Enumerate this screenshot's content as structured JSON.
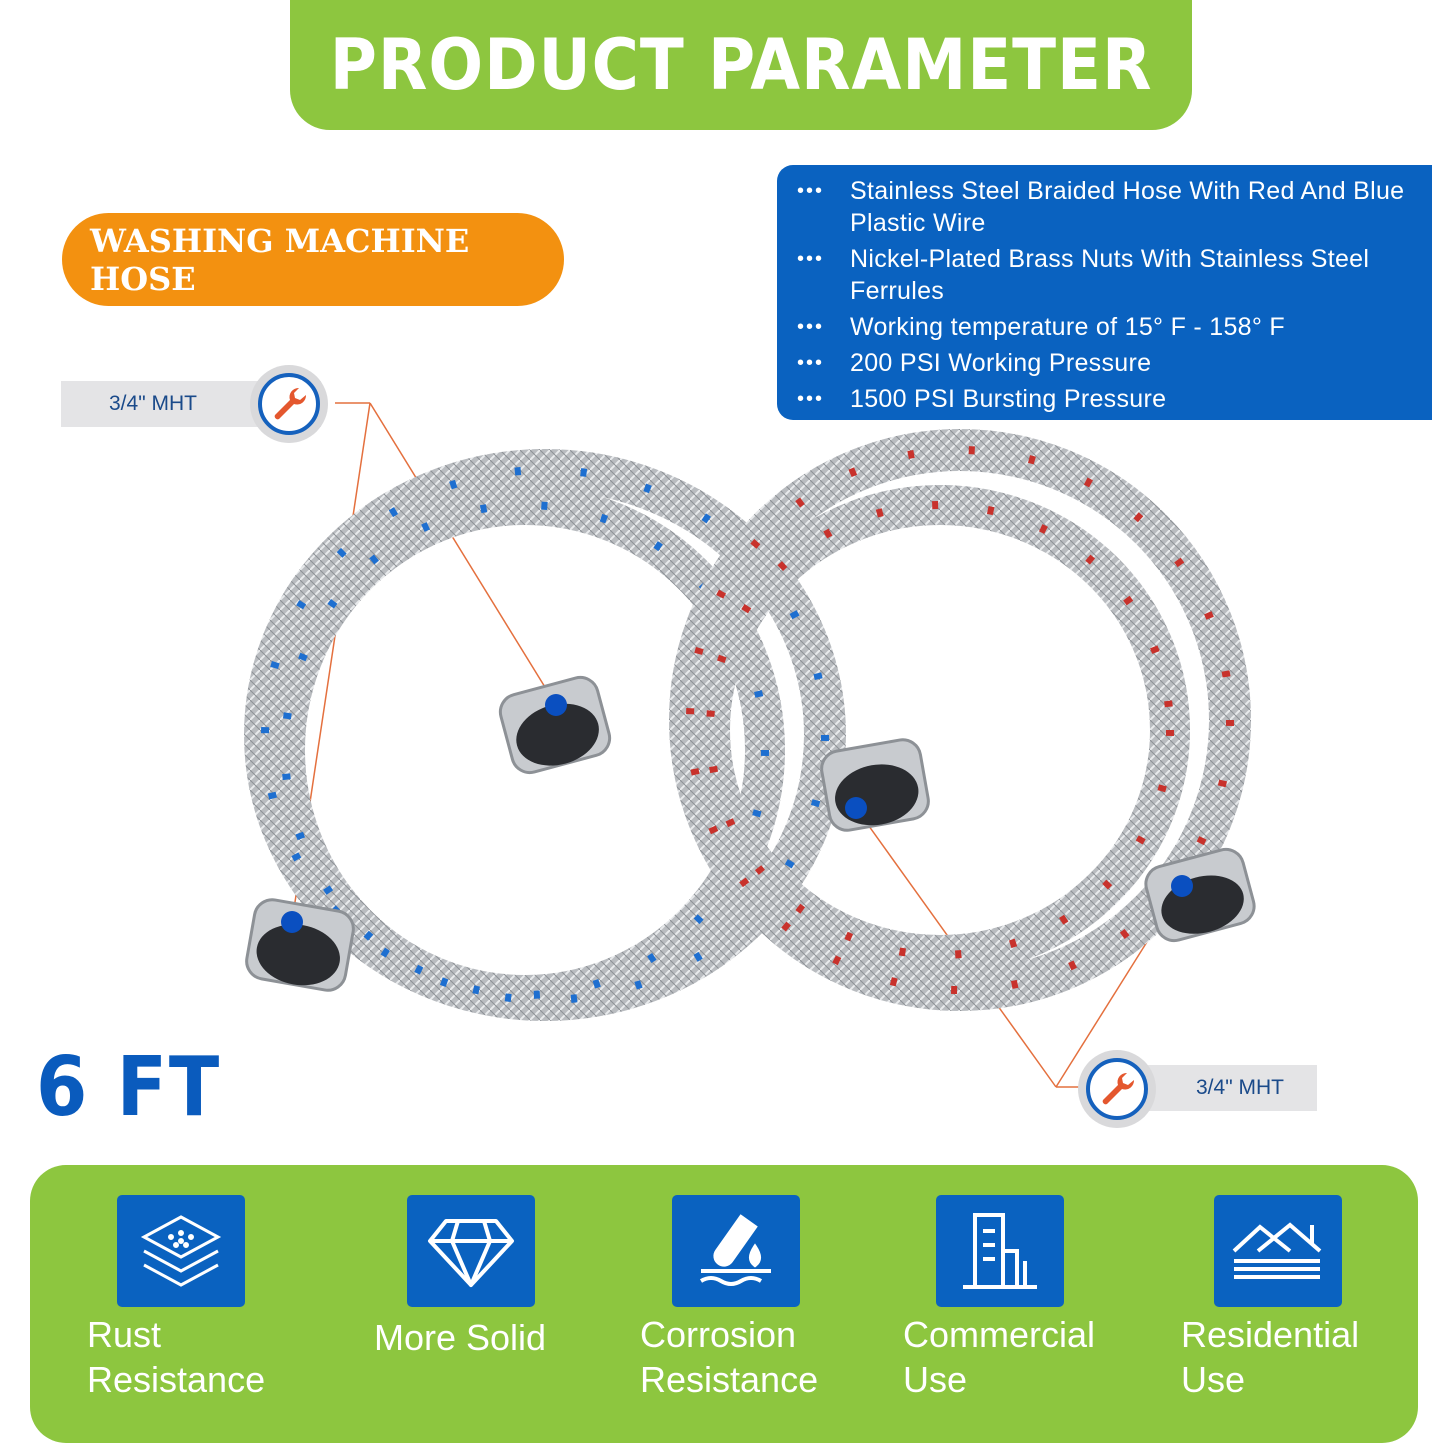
{
  "header": {
    "title": "PRODUCT PARAMETER"
  },
  "product": {
    "name": "WASHING MACHINE HOSE",
    "length": "6 FT"
  },
  "specs": [
    "Stainless Steel Braided Hose With Red And Blue Plastic Wire",
    "Nickel-Plated Brass Nuts With Stainless Steel Ferrules",
    "Working temperature of 15° F - 158° F",
    "200 PSI Working Pressure",
    "1500 PSI Bursting Pressure"
  ],
  "connectors": {
    "left_label": "3/4\" MHT",
    "right_label": "3/4\" MHT",
    "icon": "wrench-icon"
  },
  "features": [
    {
      "icon": "layers-icon",
      "line1": "Rust",
      "line2": "Resistance"
    },
    {
      "icon": "diamond-icon",
      "line1": "More Solid",
      "line2": ""
    },
    {
      "icon": "test-tube-drop-icon",
      "line1": "Corrosion",
      "line2": "Resistance"
    },
    {
      "icon": "building-icon",
      "line1": "Commercial",
      "line2": "Use"
    },
    {
      "icon": "house-icon",
      "line1": "Residential",
      "line2": "Use"
    }
  ],
  "colors": {
    "green": "#8dc63f",
    "orange": "#f39110",
    "blue": "#0a62c0",
    "hose_blue": "#1e6fd0",
    "hose_red": "#c8322c"
  }
}
